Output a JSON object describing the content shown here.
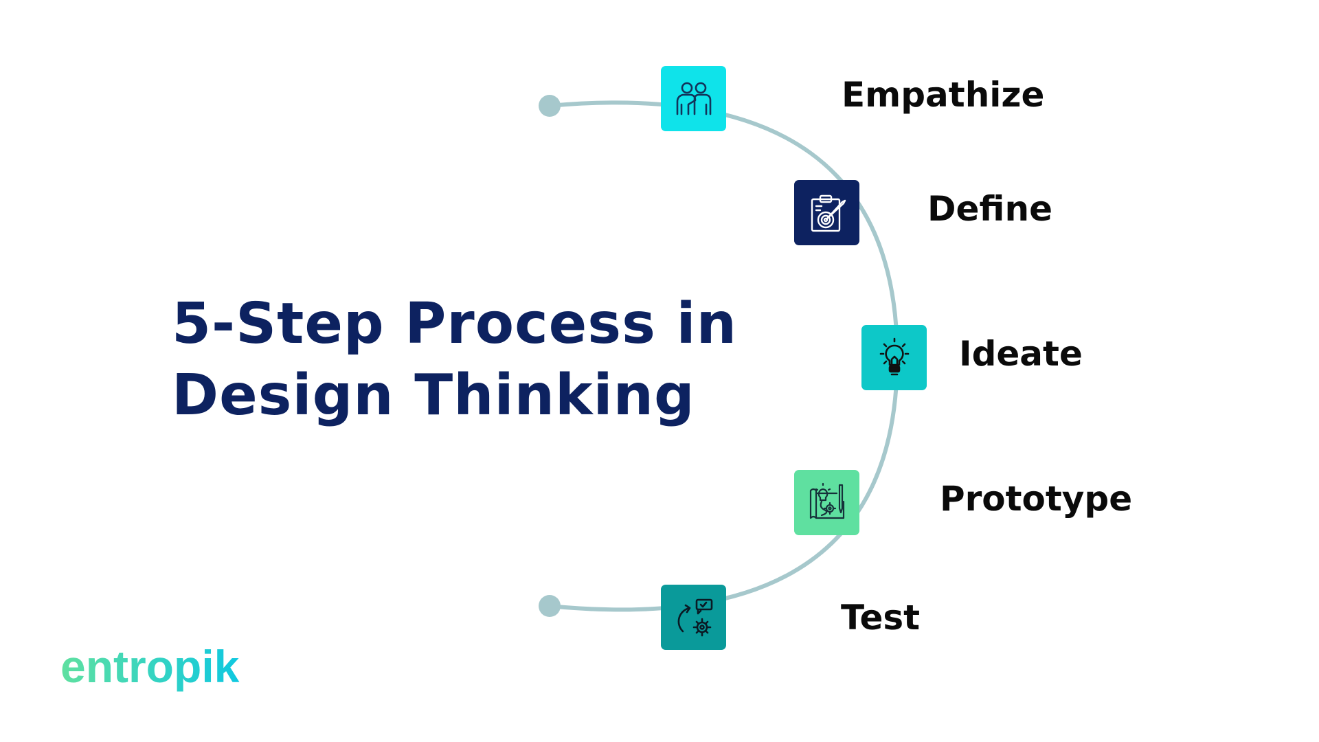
{
  "title": {
    "line1": "5-Step Process in",
    "line2": "Design Thinking",
    "color": "#0d2260"
  },
  "arc_color": "#a6c8cc",
  "steps": [
    {
      "label": "Empathize",
      "icon": "two-people-icon",
      "color": "#0fe3ea",
      "icon_color": "#12335a"
    },
    {
      "label": "Define",
      "icon": "clipboard-target-icon",
      "color": "#0d2260",
      "icon_color": "#ffffff"
    },
    {
      "label": "Ideate",
      "icon": "lightbulb-icon",
      "color": "#0dc8c8",
      "icon_color": "#111111"
    },
    {
      "label": "Prototype",
      "icon": "blueprint-icon",
      "color": "#5fe0a0",
      "icon_color": "#16323a"
    },
    {
      "label": "Test",
      "icon": "cycle-gear-icon",
      "color": "#0a9a9a",
      "icon_color": "#0a1a24"
    }
  ],
  "logo": {
    "text": "entropik",
    "gradient_start": "#5fe0a0",
    "gradient_end": "#0fc8e0"
  }
}
